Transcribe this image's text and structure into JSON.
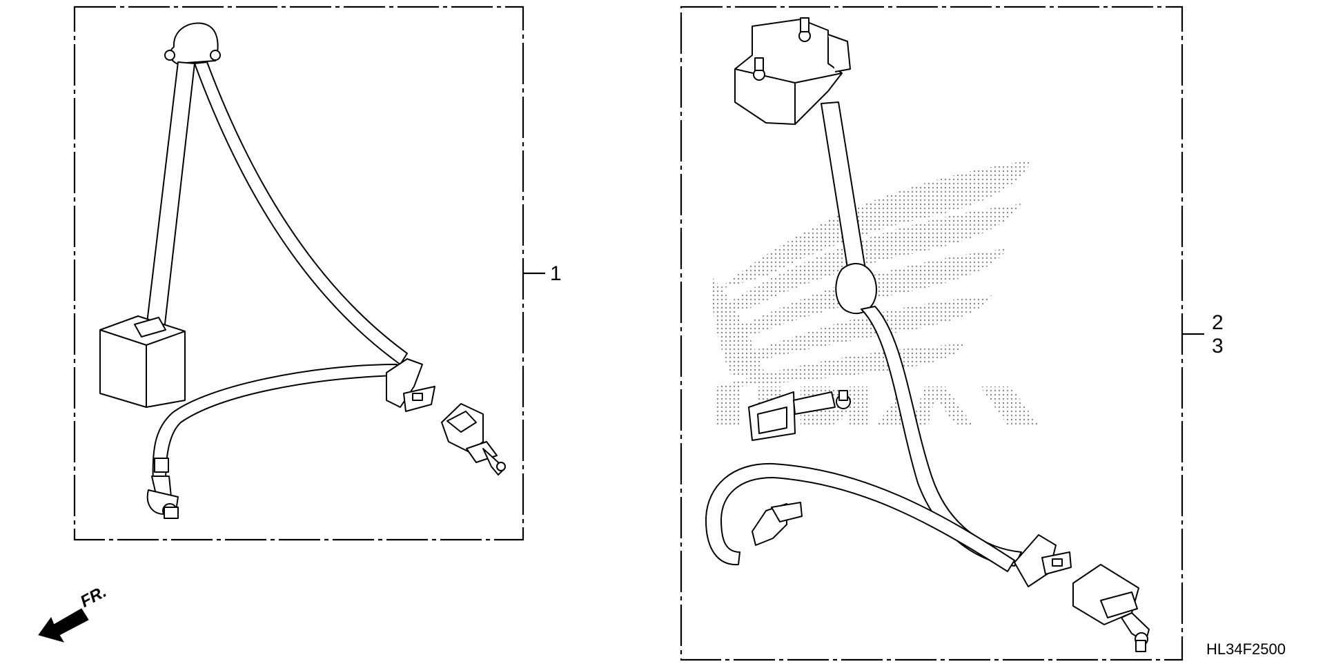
{
  "callouts": {
    "part_1": "1",
    "part_2": "2",
    "part_3": "3"
  },
  "direction_indicator": {
    "label": "FR."
  },
  "diagram_code": "HL34F2500",
  "watermark": {
    "brand": "HONDA"
  },
  "colors": {
    "line": "#000000",
    "background": "#ffffff",
    "watermark_dots": "#8a8a8a"
  }
}
